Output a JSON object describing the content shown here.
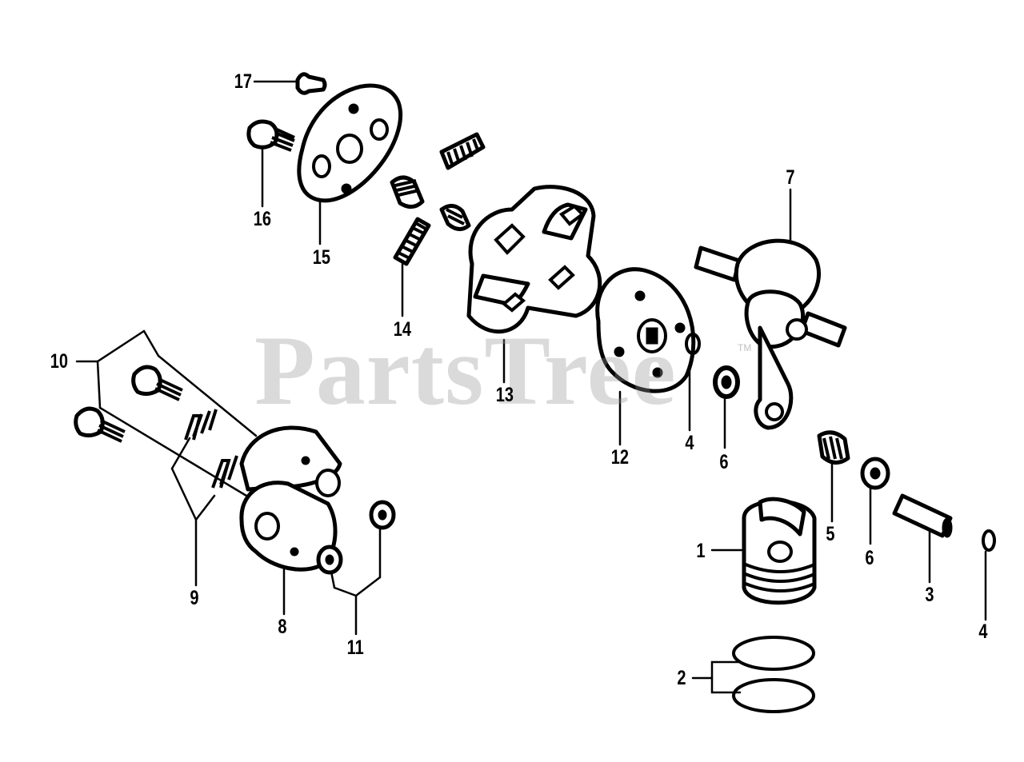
{
  "watermark": {
    "text": "PartsTree",
    "trademark": "TM"
  },
  "callouts": {
    "c1": "1",
    "c2": "2",
    "c3": "3",
    "c4a": "4",
    "c4b": "4",
    "c5": "5",
    "c6a": "6",
    "c6b": "6",
    "c7": "7",
    "c8": "8",
    "c9": "9",
    "c10": "10",
    "c11": "11",
    "c12": "12",
    "c13": "13",
    "c14": "14",
    "c15": "15",
    "c16": "16",
    "c17": "17"
  }
}
